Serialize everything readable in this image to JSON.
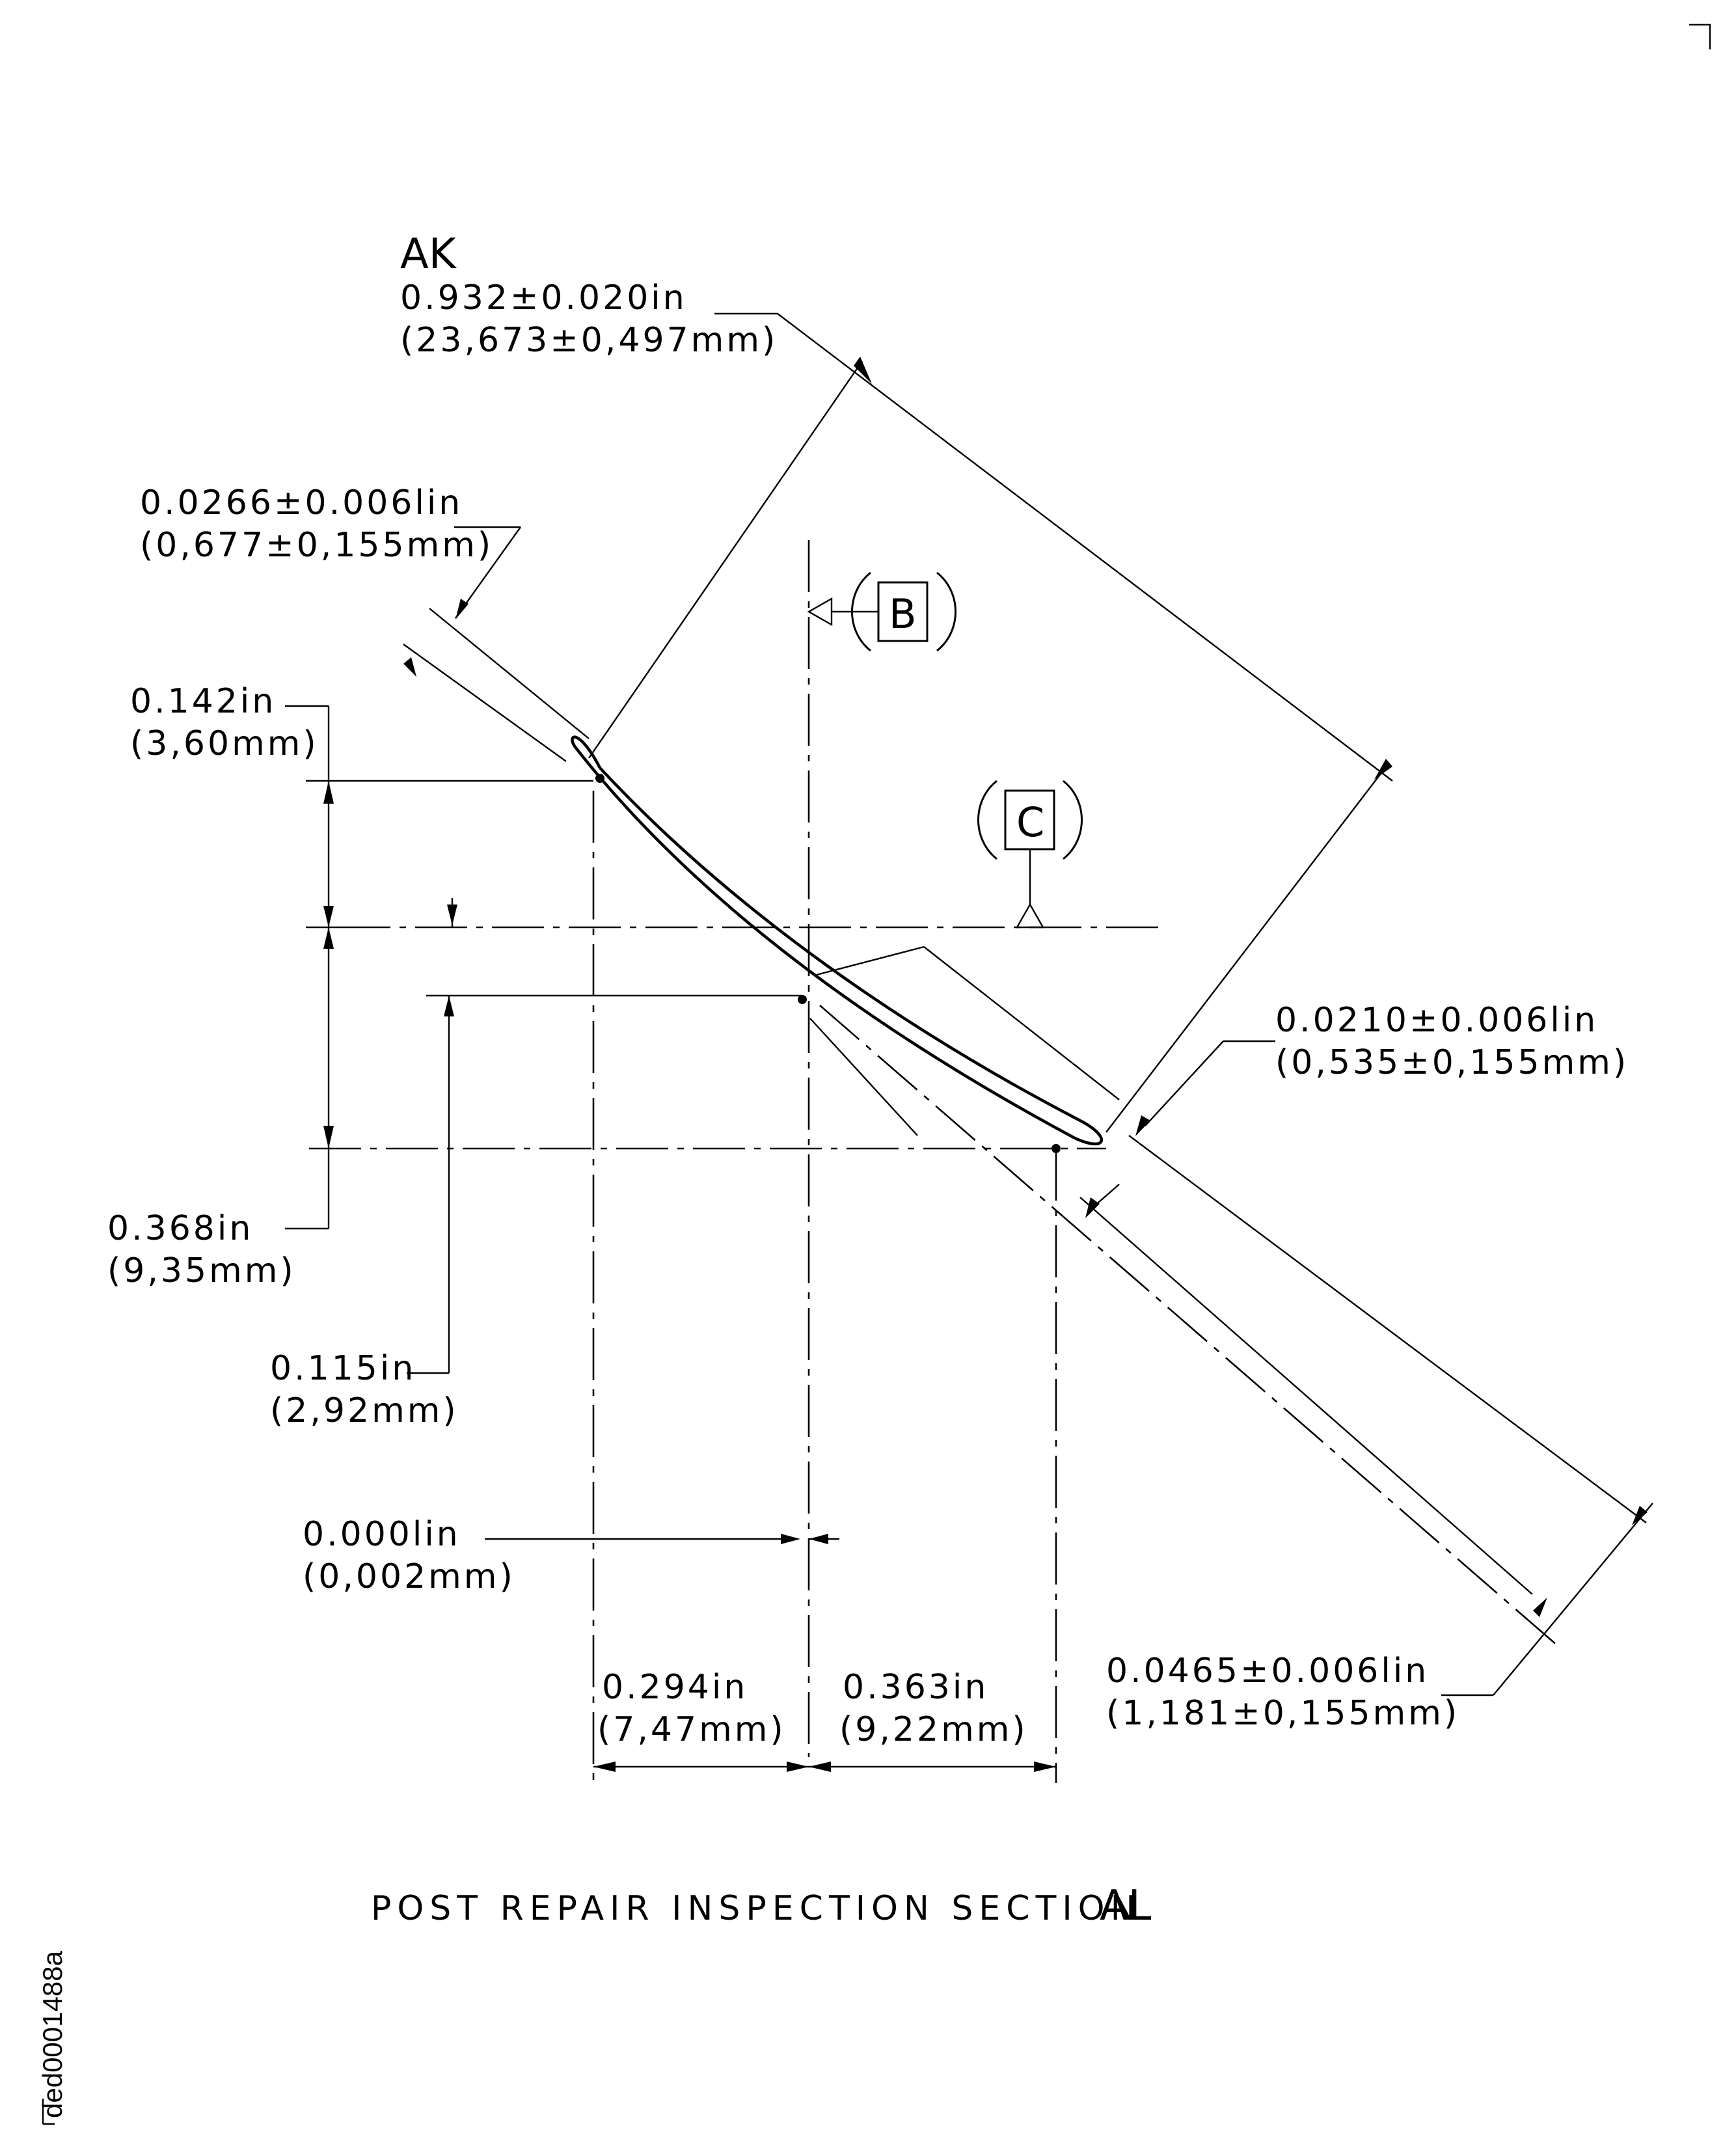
{
  "figure": {
    "section_view_label": "AK",
    "caption_text": "POST REPAIR INSPECTION SECTION",
    "caption_section": "AL",
    "figure_id": "ded0001488a"
  },
  "datums": {
    "b": "B",
    "c": "C"
  },
  "dimensions": {
    "overall_width": {
      "inch": "0.932±0.020in",
      "mm": "(23,673±0,497mm)"
    },
    "upper_thickness": {
      "inch": "0.0266±0.006lin",
      "mm": "(0,677±0,155mm)"
    },
    "upper_height": {
      "inch": "0.142in",
      "mm": "(3,60mm)"
    },
    "mid_thickness": {
      "inch": "0.0210±0.006lin",
      "mm": "(0,535±0,155mm)"
    },
    "total_height": {
      "inch": "0.368in",
      "mm": "(9,35mm)"
    },
    "mid_height": {
      "inch": "0.115in",
      "mm": "(2,92mm)"
    },
    "center_offset": {
      "inch": "0.000lin",
      "mm": "(0,002mm)"
    },
    "left_span": {
      "inch": "0.294in",
      "mm": "(7,47mm)"
    },
    "right_span": {
      "inch": "0.363in",
      "mm": "(9,22mm)"
    },
    "lower_thickness": {
      "inch": "0.0465±0.006lin",
      "mm": "(1,181±0,155mm)"
    }
  }
}
